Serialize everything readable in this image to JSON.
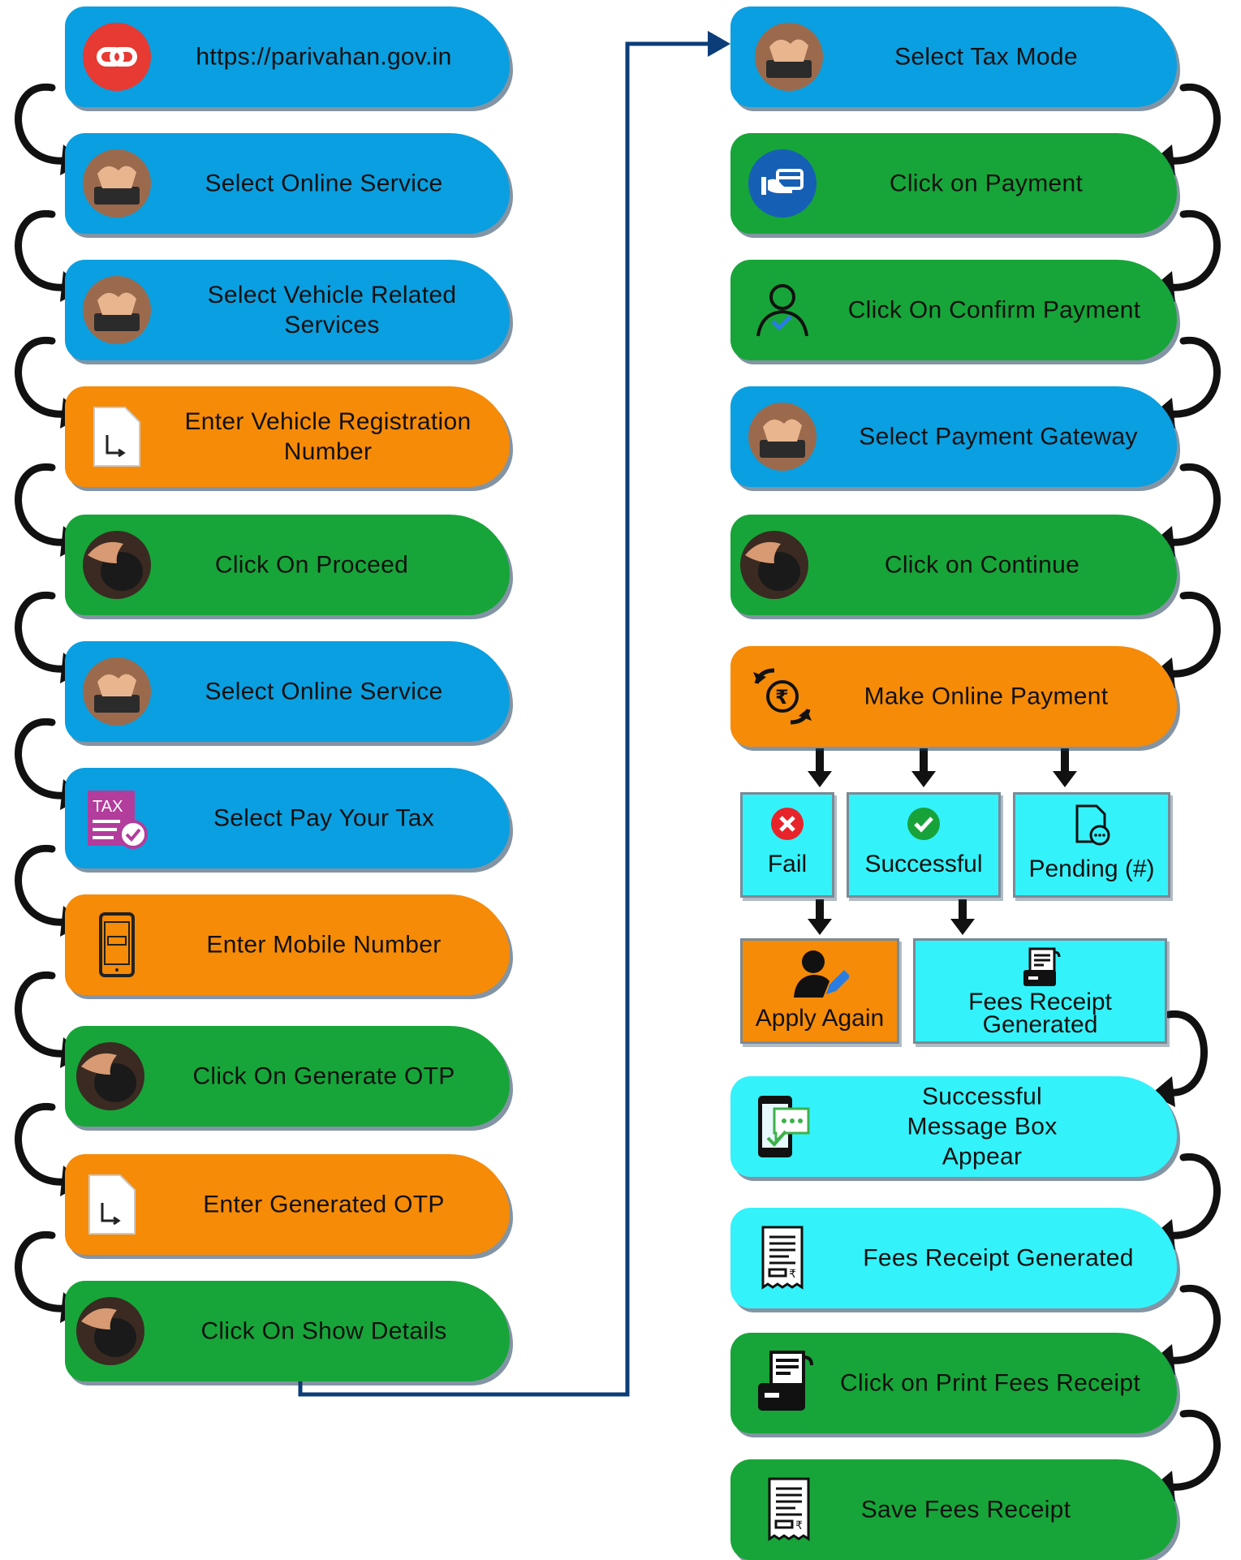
{
  "colors": {
    "blue": "#0a9fe0",
    "green": "#17a539",
    "orange": "#f68b08",
    "cyan": "#34f2fa",
    "connector": "#0b3d78",
    "arrow": "#111111"
  },
  "left_column": [
    {
      "label": "https://parivahan.gov.in",
      "color": "blue",
      "icon": "link-icon"
    },
    {
      "label": "Select Online Service",
      "color": "blue",
      "icon": "typing-hands-icon"
    },
    {
      "label": "Select Vehicle Related Services",
      "color": "blue",
      "icon": "typing-hands-icon"
    },
    {
      "label": "Enter Vehicle Registration Number",
      "color": "orange",
      "icon": "document-cursor-icon"
    },
    {
      "label": "Click On Proceed",
      "color": "green",
      "icon": "mouse-hand-icon"
    },
    {
      "label": "Select Online Service",
      "color": "blue",
      "icon": "typing-hands-icon"
    },
    {
      "label": "Select Pay Your Tax",
      "color": "blue",
      "icon": "tax-document-icon"
    },
    {
      "label": "Enter Mobile Number",
      "color": "orange",
      "icon": "mobile-phone-icon"
    },
    {
      "label": "Click On Generate OTP",
      "color": "green",
      "icon": "mouse-hand-icon"
    },
    {
      "label": "Enter Generated OTP",
      "color": "orange",
      "icon": "document-cursor-icon"
    },
    {
      "label": "Click On Show Details",
      "color": "green",
      "icon": "mouse-hand-icon"
    }
  ],
  "right_column_top": [
    {
      "label": "Select Tax Mode",
      "color": "blue",
      "icon": "typing-hands-icon"
    },
    {
      "label": "Click on Payment",
      "color": "green",
      "icon": "card-payment-icon"
    },
    {
      "label": "Click On Confirm Payment",
      "color": "green",
      "icon": "user-check-icon"
    },
    {
      "label": "Select Payment Gateway",
      "color": "blue",
      "icon": "typing-hands-icon"
    },
    {
      "label": "Click on Continue",
      "color": "green",
      "icon": "mouse-hand-icon"
    },
    {
      "label": "Make Online Payment",
      "color": "orange",
      "icon": "rupee-transfer-icon"
    }
  ],
  "payment_status": [
    {
      "label": "Fail",
      "icon": "fail-x-icon"
    },
    {
      "label": "Successful",
      "icon": "success-check-icon"
    },
    {
      "label": "Pending (#)",
      "icon": "pending-document-icon"
    }
  ],
  "outcomes": [
    {
      "label": "Apply Again",
      "color": "orange",
      "icon": "user-edit-icon"
    },
    {
      "label": "Fees Receipt Generated",
      "color": "cyan",
      "icon": "receipt-printer-icon"
    }
  ],
  "right_column_bottom": [
    {
      "label": "Successful Message Box Appear",
      "color": "cyan",
      "icon": "phone-message-icon"
    },
    {
      "label": "Fees Receipt Generated",
      "color": "cyan",
      "icon": "receipt-icon"
    },
    {
      "label": "Click on Print Fees Receipt",
      "color": "green",
      "icon": "printer-icon"
    },
    {
      "label": "Save Fees Receipt",
      "color": "green",
      "icon": "receipt-icon"
    }
  ]
}
